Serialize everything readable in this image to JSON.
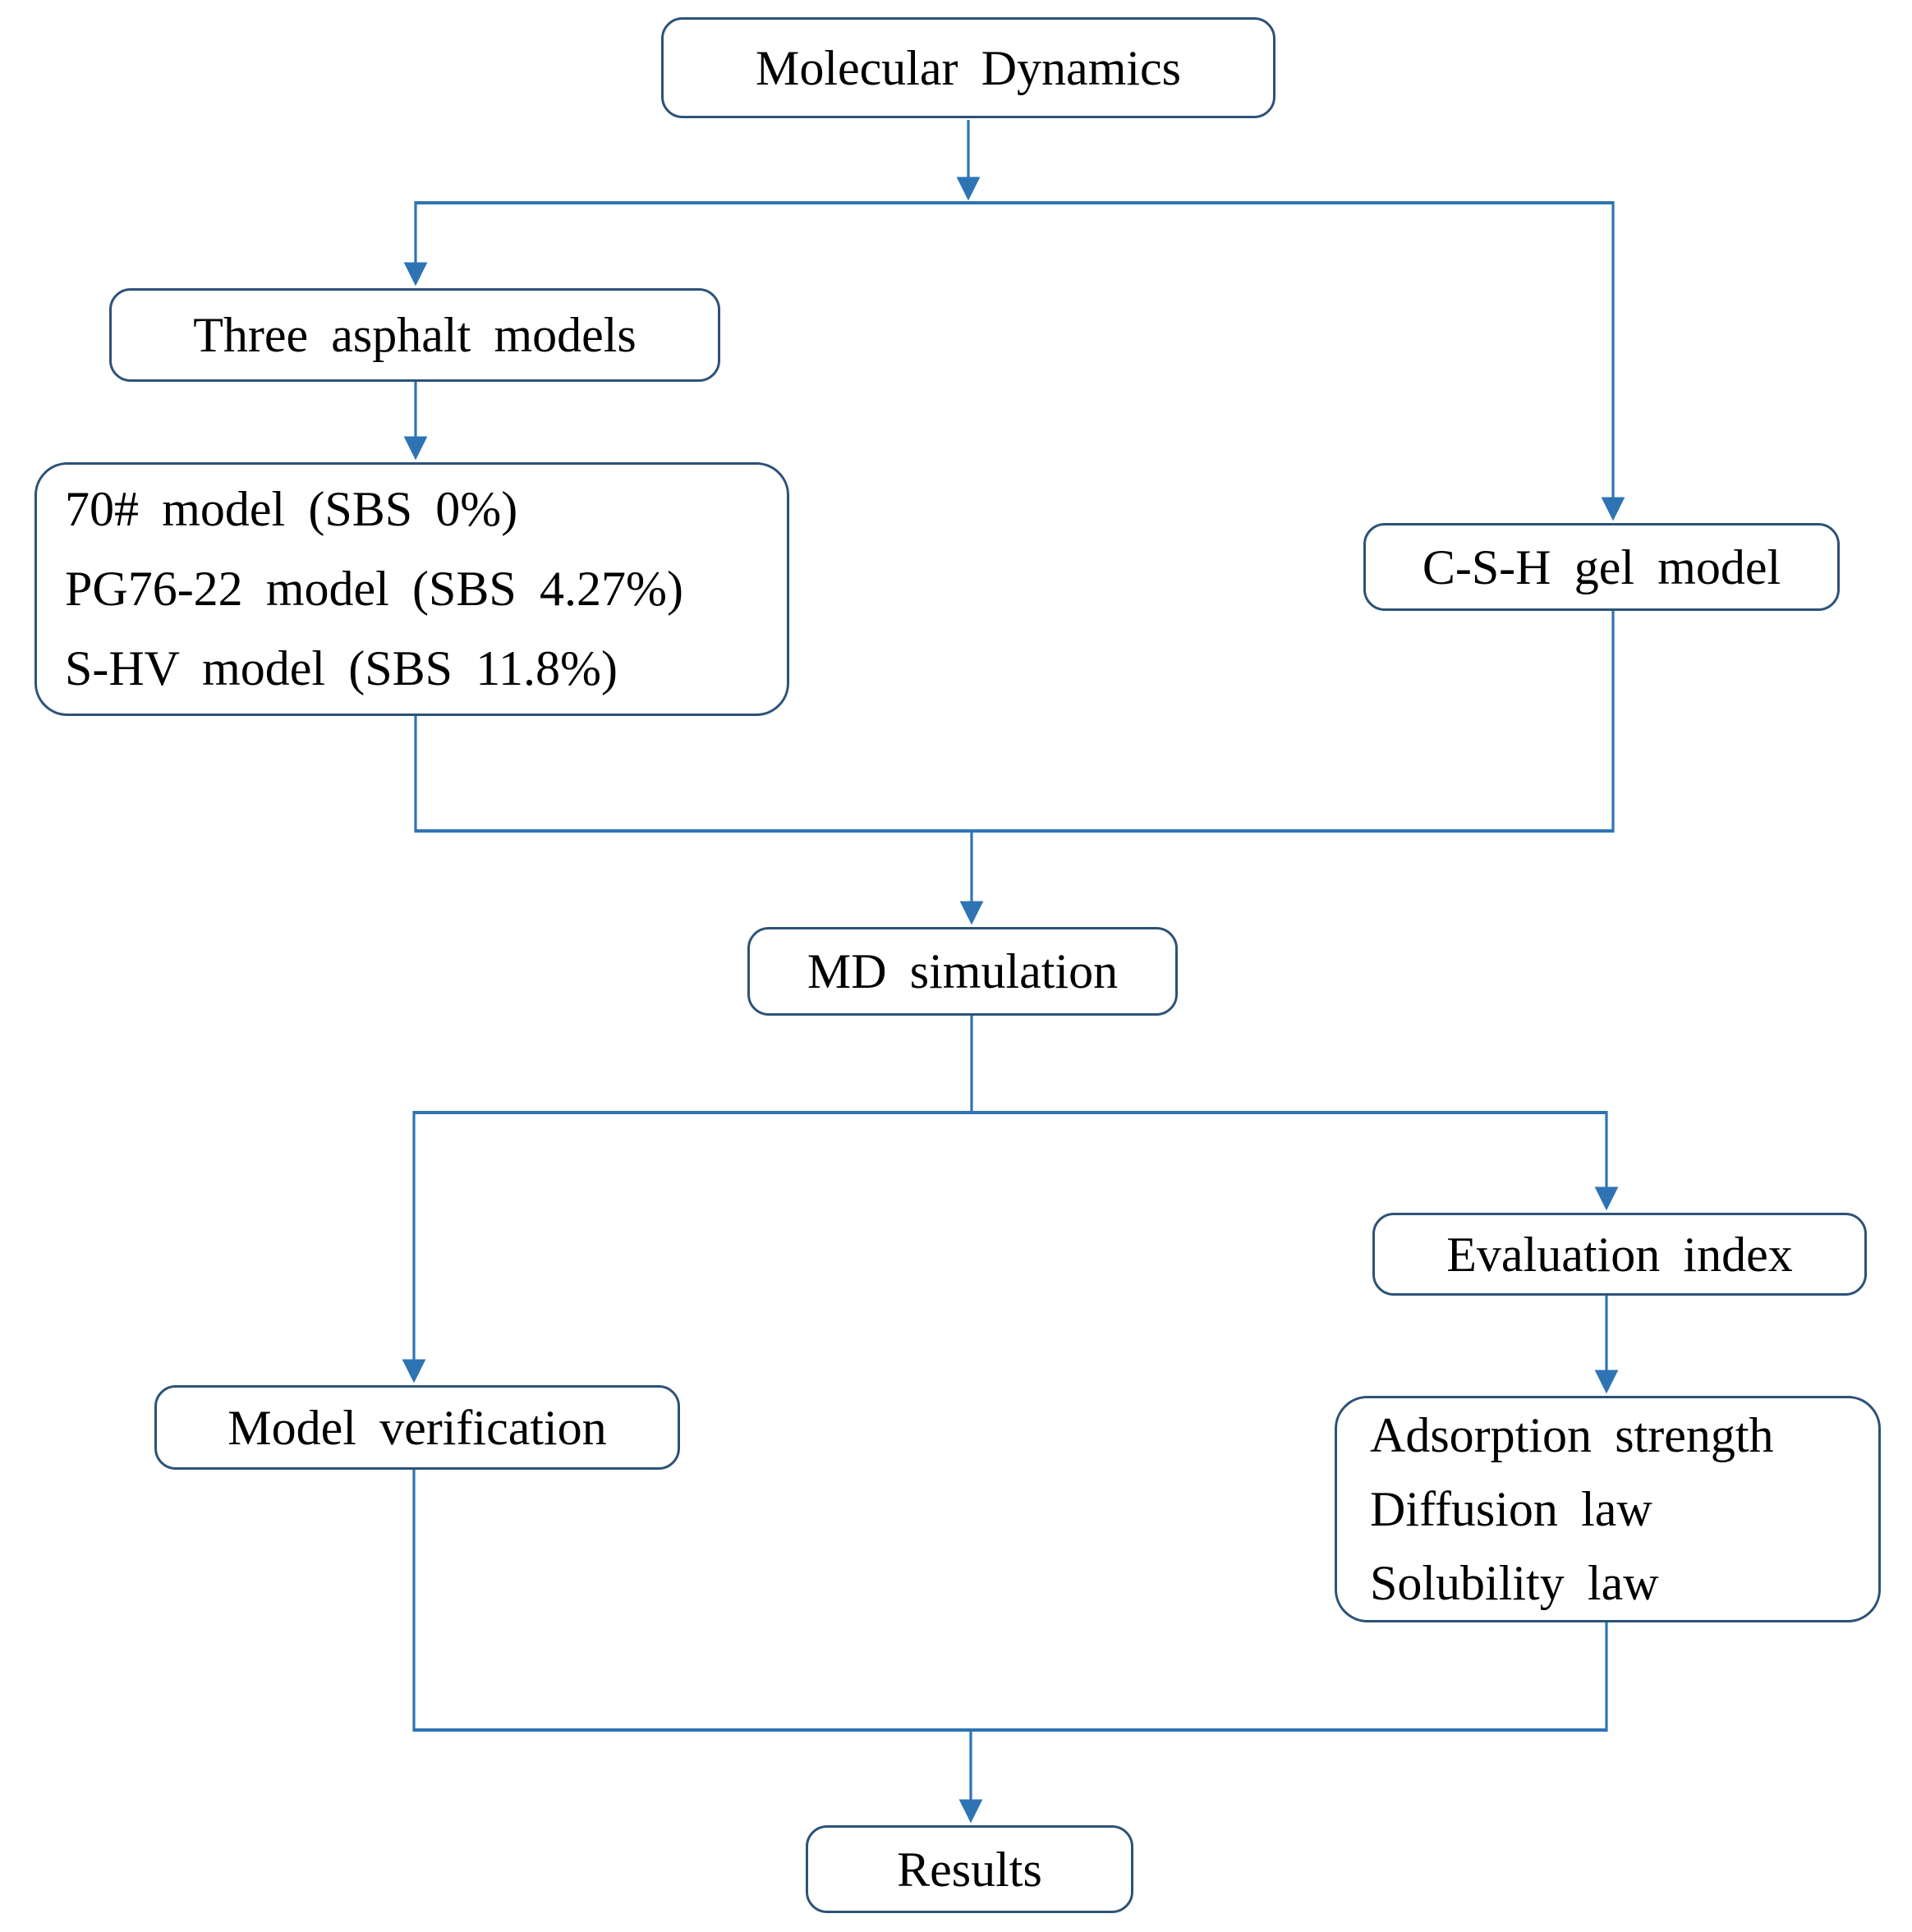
{
  "theme": {
    "line_color": "#2E74B5",
    "border_color": "#2D5277",
    "text_color": "#000000",
    "background": "#FFFFFF"
  },
  "nodes": {
    "molecular_dynamics": {
      "label": "Molecular Dynamics"
    },
    "three_asphalt_models": {
      "label": "Three asphalt models"
    },
    "asphalt_model_list": {
      "lines": [
        "70# model (SBS 0%)",
        "PG76-22 model (SBS 4.27%)",
        "S-HV model (SBS 11.8%)"
      ]
    },
    "csh_gel_model": {
      "label": "C-S-H gel model"
    },
    "md_simulation": {
      "label": "MD simulation"
    },
    "evaluation_index": {
      "label": "Evaluation index"
    },
    "model_verification": {
      "label": "Model verification"
    },
    "evaluation_metrics": {
      "lines": [
        "Adsorption strength",
        "Diffusion law",
        "Solubility law"
      ]
    },
    "results": {
      "label": "Results"
    }
  }
}
